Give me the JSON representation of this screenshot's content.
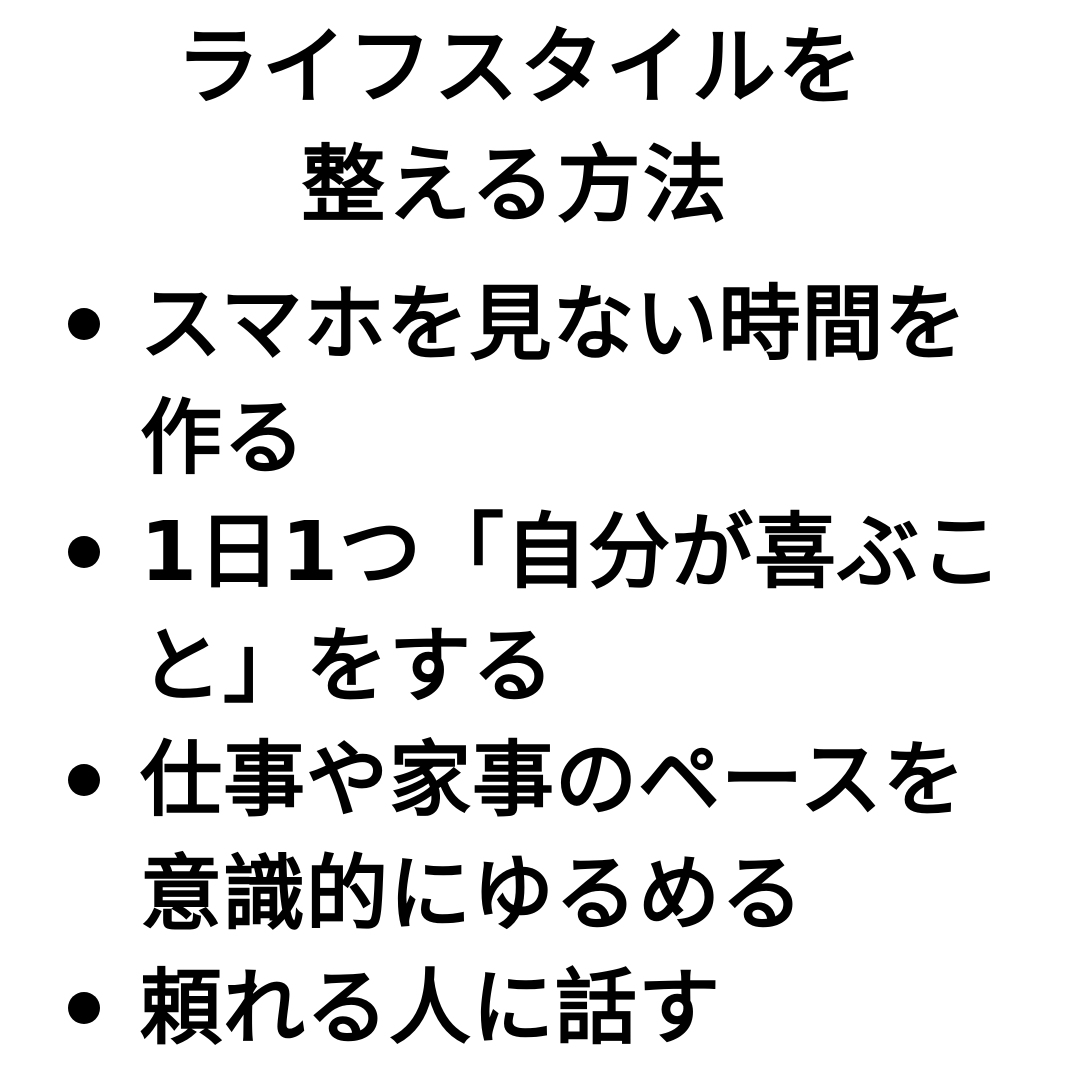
{
  "title": {
    "line1": "ライフスタイルを",
    "line2": "整える方法"
  },
  "list": {
    "bullet_icon": "filled-circle",
    "items": [
      {
        "text": "スマホを見ない時間を作る"
      },
      {
        "text": "1日1つ「自分が喜ぶこと」をする"
      },
      {
        "text": "仕事や家事のペースを意識的にゆるめる"
      },
      {
        "text": "頼れる人に話す"
      }
    ]
  },
  "colors": {
    "background": "#ffffff",
    "text": "#000000"
  }
}
